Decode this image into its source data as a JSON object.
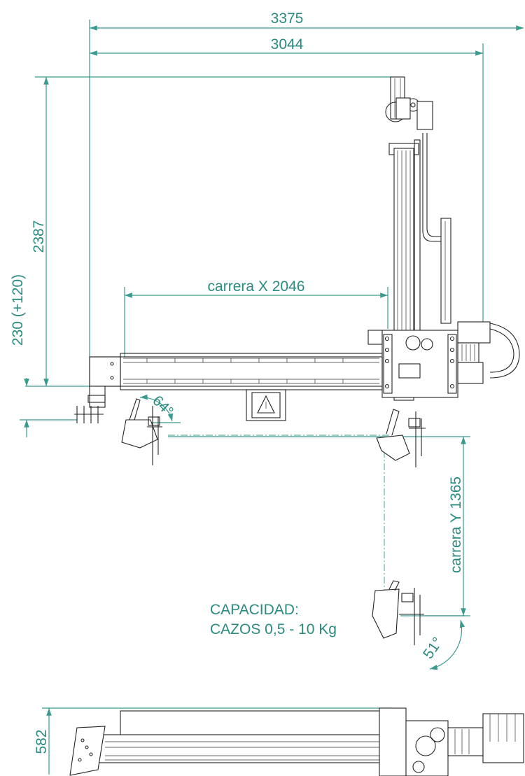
{
  "dimensions": {
    "overall_width": "3375",
    "inner_width": "3044",
    "height": "2387",
    "lower_offset": "230  (+120)",
    "bottom_height": "582"
  },
  "strokes": {
    "x": "carrera X  2046",
    "y": "carrera Y  1365"
  },
  "angles": {
    "upper": "64°",
    "lower": "51°"
  },
  "capacity": {
    "line1": "CAPACIDAD:",
    "line2": "CAZOS 0,5 - 10 Kg"
  },
  "colors": {
    "dimension": "#3a9a8e",
    "drawing": "#222222"
  }
}
